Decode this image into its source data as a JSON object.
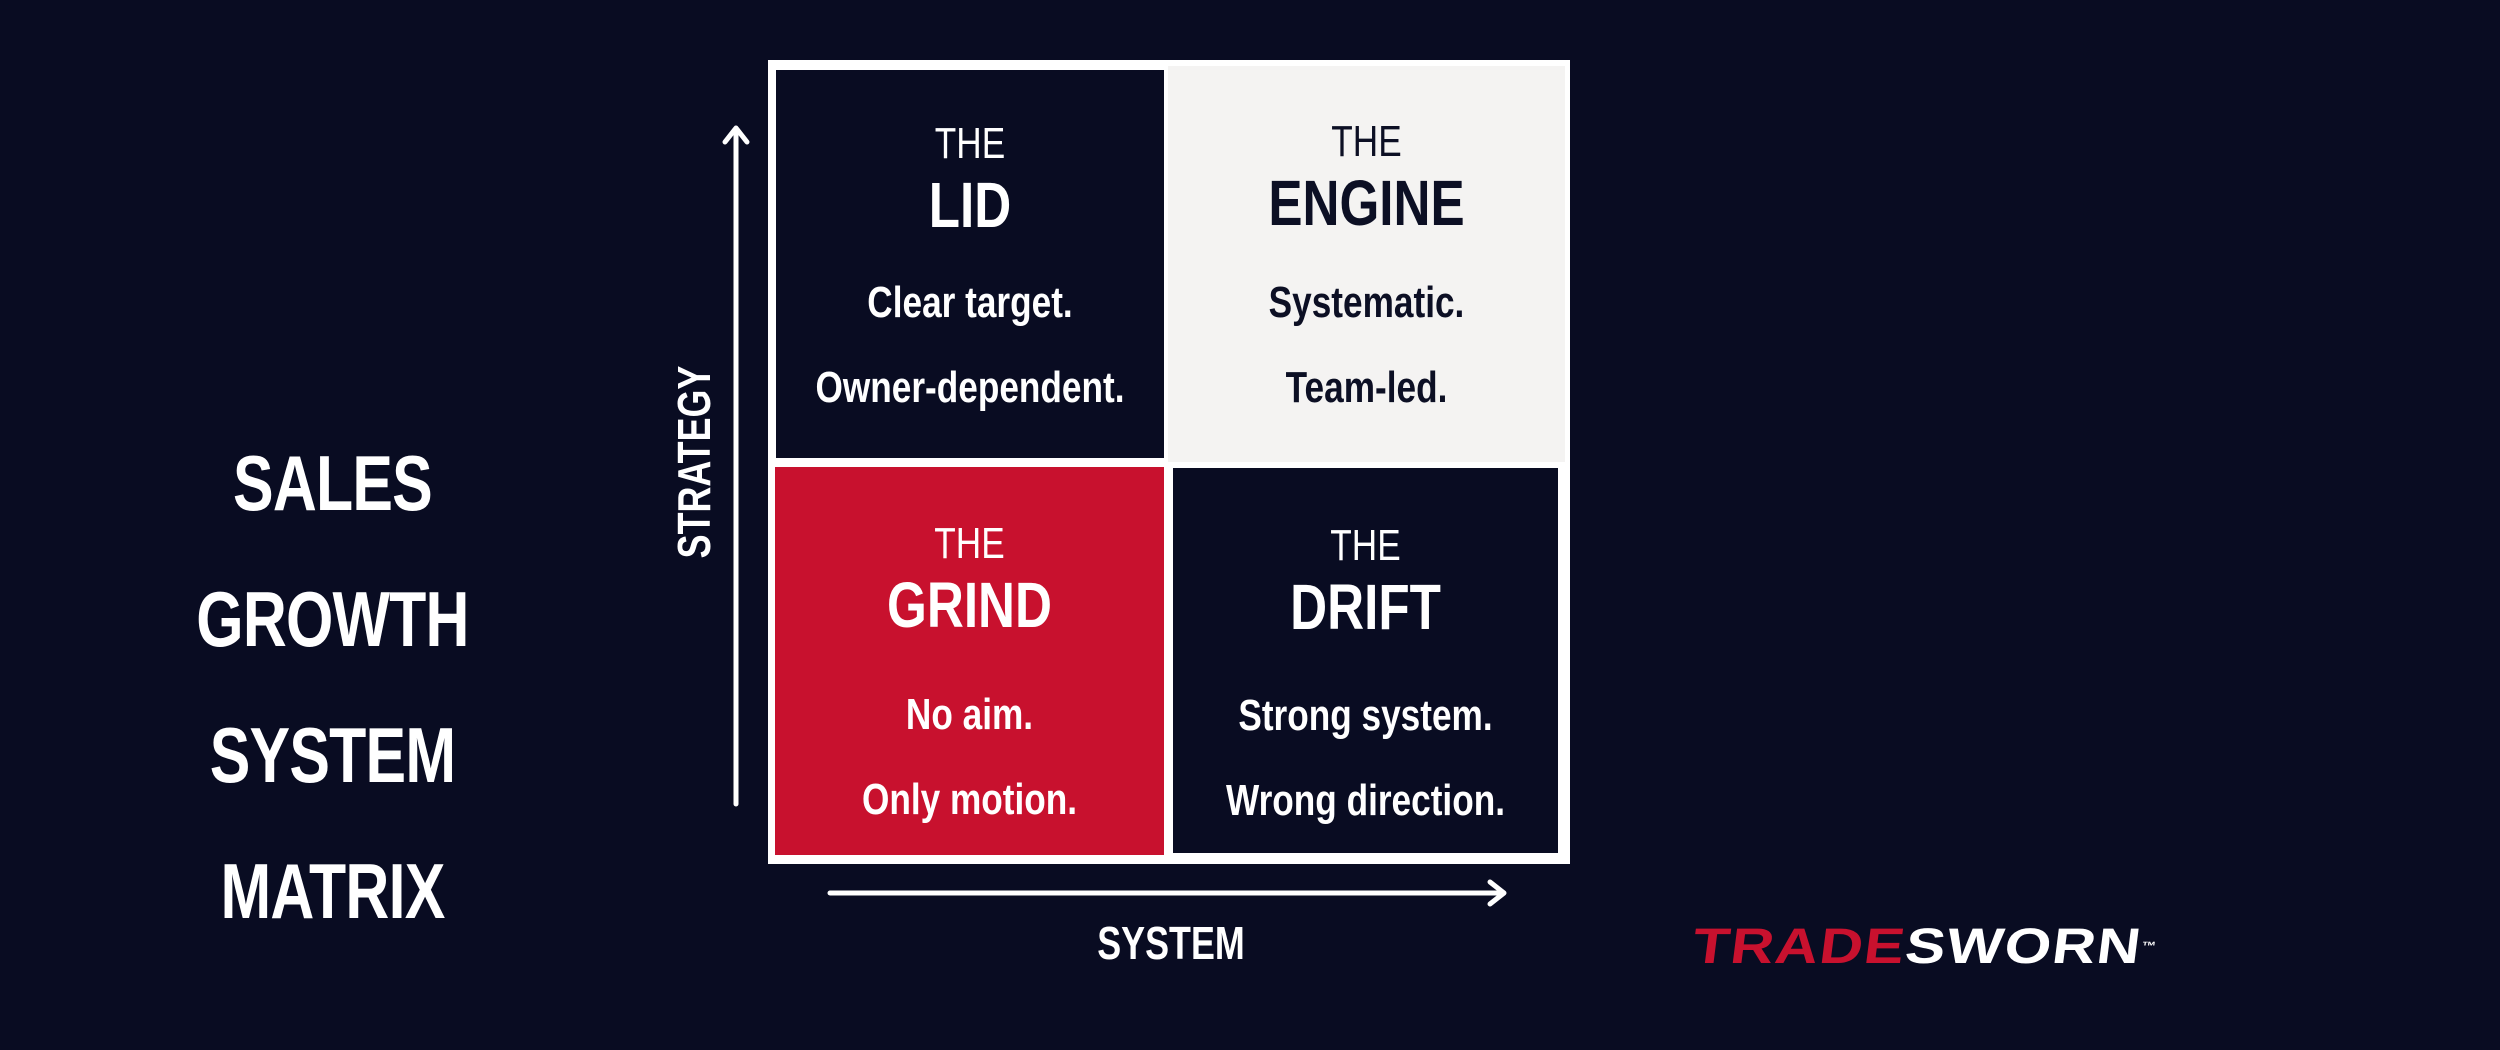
{
  "title": {
    "line1": "SALES GROWTH",
    "line2": "SYSTEM MATRIX"
  },
  "axes": {
    "y_label": "STRATEGY",
    "x_label": "SYSTEM"
  },
  "quadrants": {
    "top_left": {
      "prefix": "THE",
      "name": "LID",
      "line1": "Clear target.",
      "line2": "Owner-dependent.",
      "background": "#090c22",
      "text_color": "#ffffff"
    },
    "top_right": {
      "prefix": "THE",
      "name": "ENGINE",
      "line1": "Systematic.",
      "line2": "Team-led.",
      "background": "#f4f3f2",
      "text_color": "#0c0f24"
    },
    "bottom_left": {
      "prefix": "THE",
      "name": "GRIND",
      "line1": "No aim.",
      "line2": "Only motion.",
      "background": "#c8112e",
      "text_color": "#ffffff"
    },
    "bottom_right": {
      "prefix": "THE",
      "name": "DRIFT",
      "line1": "Strong system.",
      "line2": "Wrong direction.",
      "background": "#090c22",
      "text_color": "#ffffff"
    }
  },
  "logo": {
    "part1": "TRADE",
    "part2": "SWORN",
    "trademark": "™",
    "part1_color": "#c8112e",
    "part2_color": "#ffffff"
  },
  "colors": {
    "background": "#090c22",
    "accent_red": "#c8112e",
    "light": "#f4f3f2"
  }
}
